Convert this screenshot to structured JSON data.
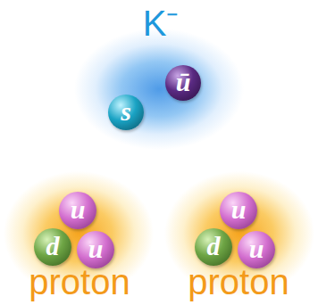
{
  "diagram": {
    "nodes": [
      {
        "text": [
          "K⁻"
        ]
      },
      {
        "text": [
          "s"
        ],
        "in": 0
      },
      {
        "text": [
          "ū"
        ],
        "in": 0
      },
      {
        "text": [
          "proton"
        ]
      },
      {
        "text": [
          "u"
        ],
        "in": 3
      },
      {
        "text": [
          "d"
        ],
        "in": 3
      },
      {
        "text": [
          "u"
        ],
        "in": 3
      },
      {
        "text": [
          "proton"
        ]
      },
      {
        "text": [
          "u"
        ],
        "in": 7
      },
      {
        "text": [
          "d"
        ],
        "in": 7
      },
      {
        "text": [
          "u"
        ],
        "in": 7
      }
    ]
  }
}
